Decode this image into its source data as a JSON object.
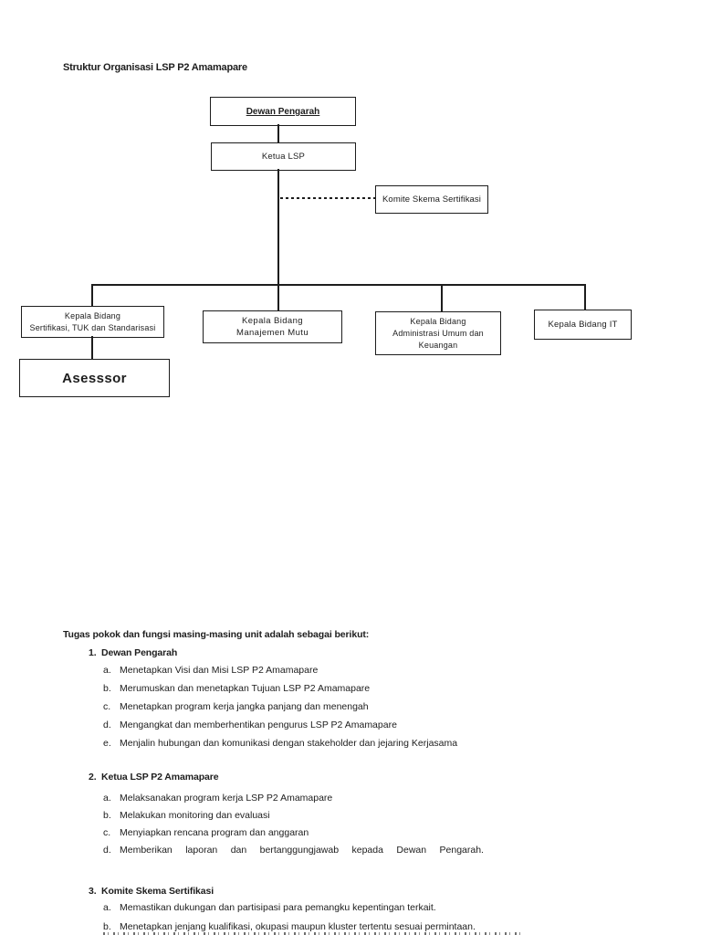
{
  "colors": {
    "ink": "#1d1d1d",
    "background": "#ffffff"
  },
  "diagram": {
    "title": "Struktur Organisasi LSP P2 Amamapare",
    "boxes": {
      "dewan": {
        "label": "Dewan Pengarah"
      },
      "ketua": {
        "label": "Ketua LSP"
      },
      "komite": {
        "label": "Komite Skema Sertifikasi"
      },
      "sertifikasi": {
        "label": "Kepala Bidang\nSertifikasi, TUK dan Standarisasi"
      },
      "mutu": {
        "label": "Kepala Bidang\nManajemen Mutu"
      },
      "admin": {
        "label": "Kepala Bidang\nAdministrasi Umum dan\nKeuangan"
      },
      "it": {
        "label": "Kepala Bidang IT"
      },
      "asesssor": {
        "label": "Asesssor"
      }
    }
  },
  "body": {
    "intro": "Tugas pokok dan fungsi masing-masing unit adalah sebagai berikut:",
    "sections": [
      {
        "number": "1.",
        "title": "Dewan Pengarah",
        "items": [
          {
            "letter": "a.",
            "text": "Menetapkan Visi dan Misi LSP P2 Amamapare"
          },
          {
            "letter": "b.",
            "text": "Merumuskan dan menetapkan Tujuan LSP P2 Amamapare"
          },
          {
            "letter": "c.",
            "text": "Menetapkan program kerja jangka panjang dan menengah"
          },
          {
            "letter": "d.",
            "text": "Mengangkat dan memberhentikan pengurus LSP P2 Amamapare"
          },
          {
            "letter": "e.",
            "text": "Menjalin hubungan dan komunikasi dengan stakeholder dan jejaring Kerjasama"
          }
        ]
      },
      {
        "number": "2.",
        "title": "Ketua LSP P2 Amamapare",
        "items": [
          {
            "letter": "a.",
            "text": "Melaksanakan program kerja LSP P2 Amamapare"
          },
          {
            "letter": "b.",
            "text": "Melakukan monitoring dan evaluasi"
          },
          {
            "letter": "c.",
            "text": "Menyiapkan rencana program dan anggaran"
          },
          {
            "letter": "d.",
            "text": "Memberikan laporan dan bertanggungjawab kepada Dewan Pengarah.",
            "justify": true,
            "words": [
              "Memberikan",
              "laporan",
              "dan",
              "bertanggungjawab",
              "kepada",
              "Dewan",
              "Pengarah."
            ]
          }
        ]
      },
      {
        "number": "3.",
        "title": "Komite Skema Sertifikasi",
        "items": [
          {
            "letter": "a.",
            "text": "Memastikan dukungan dan partisipasi para pemangku kepentingan terkait."
          },
          {
            "letter": "b.",
            "text": "Menetapkan jenjang kualifikasi, okupasi maupun kluster tertentu sesuai permintaan."
          }
        ]
      }
    ]
  }
}
